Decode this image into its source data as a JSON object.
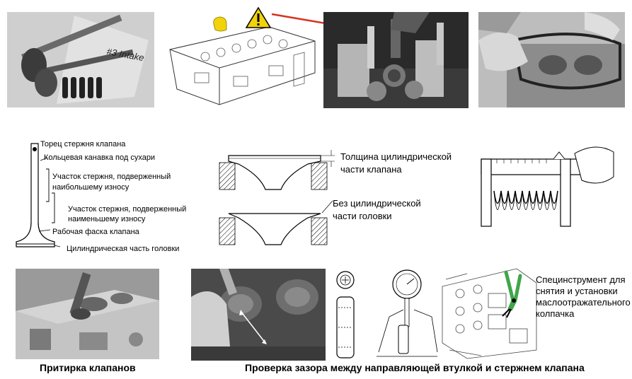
{
  "top_row": {
    "bag_tag_text": "#3 Intake"
  },
  "valve_diagram": {
    "labels": [
      "Торец стержня клапана",
      "Кольцевая канавка под сухари",
      "Участок стержня, подверженный",
      "наибольшему износу",
      "Участок стержня, подверженный",
      "наименьшему износу",
      "Рабочая фаска клапана",
      "Цилиндрическая часть головки"
    ]
  },
  "valve_head_diagram": {
    "with_margin_label_1": "Толщина цилиндрической",
    "with_margin_label_2": "части клапана",
    "no_margin_label_1": "Без цилиндрической",
    "no_margin_label_2": "части головки"
  },
  "tool_note": {
    "line1": "Специнструмент для",
    "line2": "снятия и установки",
    "line3": "маслоотражательного",
    "line4": "колпачка"
  },
  "captions": {
    "lapping": "Притирка клапанов",
    "clearance": "Проверка зазора между направляющей втулкой и стержнем клапана"
  },
  "colors": {
    "warning_yellow": "#f2d20a",
    "arrow_red": "#d8321e",
    "tool_green": "#3fa64a"
  }
}
